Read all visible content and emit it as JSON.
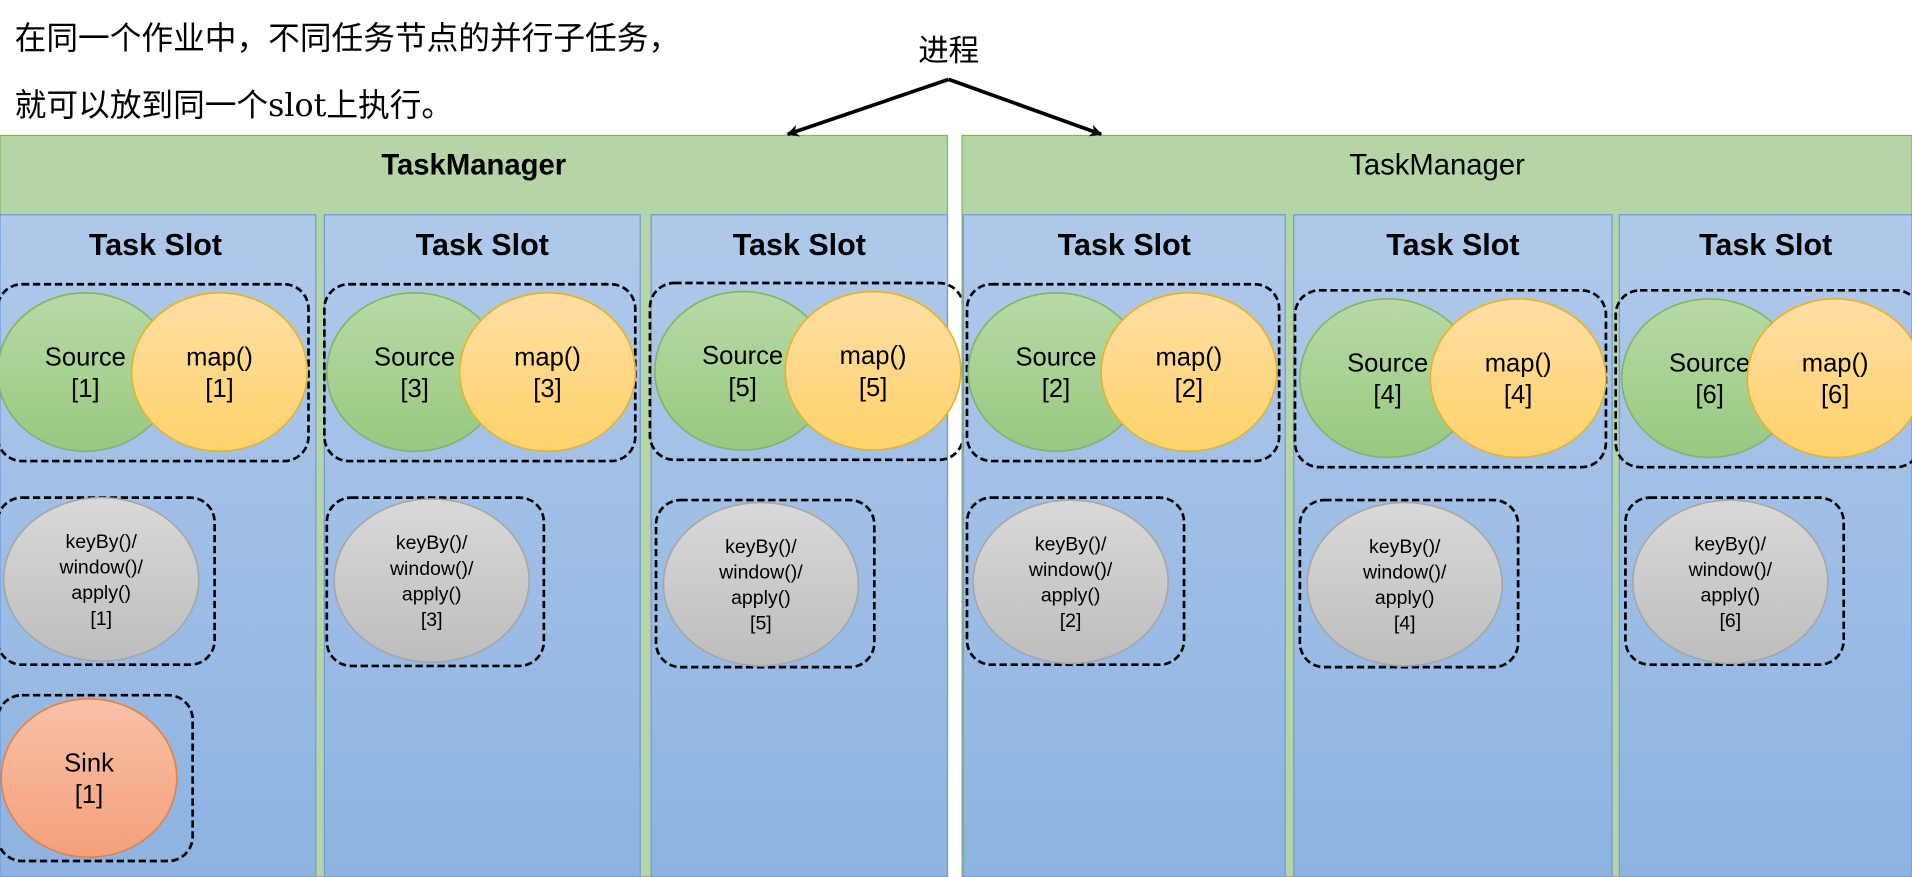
{
  "annotation": {
    "line1": "在同一个作业中，不同任务节点的并行子任务，",
    "line2": "就可以放到同一个slot上执行。",
    "color": "#ff0000"
  },
  "process_label": "进程",
  "colors": {
    "taskmanager_header": "#b5d5a6",
    "taskmanager_border": "#82b366",
    "slot_top": "#b0c9ea",
    "slot_bottom": "#8db3e2",
    "slot_border": "#6c9bd8",
    "source": [
      "#b9d9a6",
      "#97c97f",
      "#82b366"
    ],
    "map": [
      "#ffdea5",
      "#ffd26a",
      "#e6b422"
    ],
    "window": [
      "#d9d9d9",
      "#bdbdbd",
      "#a6a6a6"
    ],
    "sink": [
      "#f8c1a8",
      "#f4a07a",
      "#e8803e"
    ]
  },
  "task_managers": [
    {
      "title": "TaskManager",
      "bold": true,
      "slots": [
        {
          "title": "Task Slot",
          "groups": [
            [
              {
                "kind": "source",
                "lines": [
                  "Source",
                  "[1]"
                ]
              },
              {
                "kind": "map",
                "lines": [
                  "map()",
                  "[1]"
                ]
              }
            ],
            [
              {
                "kind": "window",
                "lines": [
                  "keyBy()/",
                  "window()/",
                  "apply()",
                  "[1]"
                ]
              }
            ],
            [
              {
                "kind": "sink",
                "lines": [
                  "Sink",
                  "[1]"
                ]
              }
            ]
          ]
        },
        {
          "title": "Task Slot",
          "groups": [
            [
              {
                "kind": "source",
                "lines": [
                  "Source",
                  "[3]"
                ]
              },
              {
                "kind": "map",
                "lines": [
                  "map()",
                  "[3]"
                ]
              }
            ],
            [
              {
                "kind": "window",
                "lines": [
                  "keyBy()/",
                  "window()/",
                  "apply()",
                  "[3]"
                ]
              }
            ]
          ]
        },
        {
          "title": "Task Slot",
          "groups": [
            [
              {
                "kind": "source",
                "lines": [
                  "Source",
                  "[5]"
                ]
              },
              {
                "kind": "map",
                "lines": [
                  "map()",
                  "[5]"
                ]
              }
            ],
            [
              {
                "kind": "window",
                "lines": [
                  "keyBy()/",
                  "window()/",
                  "apply()",
                  "[5]"
                ]
              }
            ]
          ]
        }
      ]
    },
    {
      "title": "TaskManager",
      "bold": false,
      "slots": [
        {
          "title": "Task Slot",
          "groups": [
            [
              {
                "kind": "source",
                "lines": [
                  "Source",
                  "[2]"
                ]
              },
              {
                "kind": "map",
                "lines": [
                  "map()",
                  "[2]"
                ]
              }
            ],
            [
              {
                "kind": "window",
                "lines": [
                  "keyBy()/",
                  "window()/",
                  "apply()",
                  "[2]"
                ]
              }
            ]
          ]
        },
        {
          "title": "Task Slot",
          "groups": [
            [
              {
                "kind": "source",
                "lines": [
                  "Source",
                  "[4]"
                ]
              },
              {
                "kind": "map",
                "lines": [
                  "map()",
                  "[4]"
                ]
              }
            ],
            [
              {
                "kind": "window",
                "lines": [
                  "keyBy()/",
                  "window()/",
                  "apply()",
                  "[4]"
                ]
              }
            ]
          ]
        },
        {
          "title": "Task Slot",
          "groups": [
            [
              {
                "kind": "source",
                "lines": [
                  "Source",
                  "[6]"
                ]
              },
              {
                "kind": "map",
                "lines": [
                  "map()",
                  "[6]"
                ]
              }
            ],
            [
              {
                "kind": "window",
                "lines": [
                  "keyBy()/",
                  "window()/",
                  "apply()",
                  "[6]"
                ]
              }
            ]
          ]
        }
      ]
    }
  ]
}
